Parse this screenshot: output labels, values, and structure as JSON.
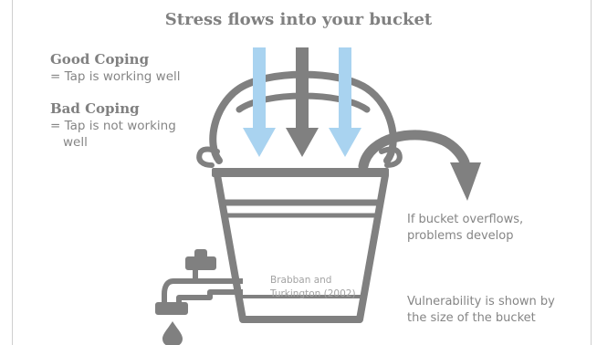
{
  "title": "Stress flows into your bucket",
  "legend": {
    "good": {
      "heading": "Good Coping",
      "description": "= Tap is working well"
    },
    "bad": {
      "heading": "Bad Coping",
      "description": "= Tap is not working well"
    }
  },
  "notes": {
    "overflow": "If bucket overflows, problems develop",
    "vulnerability": "Vulnerability is shown by the size of the bucket"
  },
  "citation": {
    "line1": "Brabban and",
    "line2": "Turkington (2002)"
  },
  "colors": {
    "bucket": "#808080",
    "stress_arrow_light": "#a9d3f0",
    "stress_arrow_dark": "#808080"
  },
  "icons": [
    "stress-arrow",
    "bucket",
    "tap",
    "water-drop",
    "overflow-arrow"
  ]
}
